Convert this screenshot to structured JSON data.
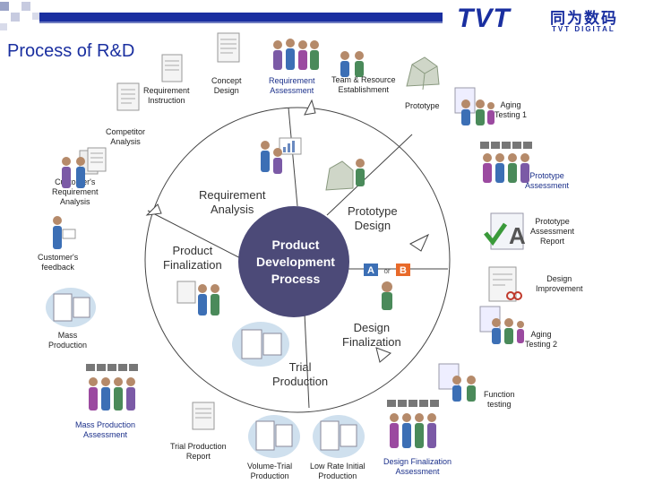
{
  "title": "Process of R&D",
  "logo": {
    "main": "TVT",
    "chinese": "同为数码",
    "sub": "TVT DIGITAL"
  },
  "colors": {
    "accent": "#1a2fa0",
    "center_fill": "#4c4a78"
  },
  "center": {
    "line1": "Product",
    "line2": "Development",
    "line3": "Process"
  },
  "cycle_stages": {
    "requirement_analysis": "Requirement\nAnalysis",
    "prototype_design": "Prototype\nDesign",
    "design_finalization": "Design\nFinalization",
    "trial_production": "Trial\nProduction",
    "product_finalization": "Product\nFinalization"
  },
  "labels": {
    "requirement_instruction": "Requirement\nInstruction",
    "concept_design": "Concept\nDesign",
    "requirement_assessment": "Requirement\nAssessment",
    "team_resource": "Team & Resource\nEstablishment",
    "prototype": "Prototype",
    "aging_testing_1": "Aging\nTesting 1",
    "competitor_analysis": "Competitor\nAnalysis",
    "customer_requirement_analysis": "Customer's\nRequirement\nAnalysis",
    "prototype_assessment": "Prototype\nAssessment",
    "prototype_assessment_report": "Prototype\nAssessment\nReport",
    "customer_feedback": "Customer's\nfeedback",
    "design_improvement": "Design\nImprovement",
    "mass_production": "Mass\nProduction",
    "aging_testing_2": "Aging\nTesting 2",
    "function_testing": "Function\ntesting",
    "mass_production_assessment": "Mass Production\nAssessment",
    "trial_production_report": "Trial Production\nReport",
    "volume_trial_production": "Volume-Trial\nProduction",
    "low_rate_initial_production": "Low Rate Initial\nProduction",
    "design_finalization_assessment": "Design Finalization\nAssessment"
  },
  "ab_choice": {
    "a": "A",
    "or": "or",
    "b": "B"
  },
  "check_a": "A"
}
